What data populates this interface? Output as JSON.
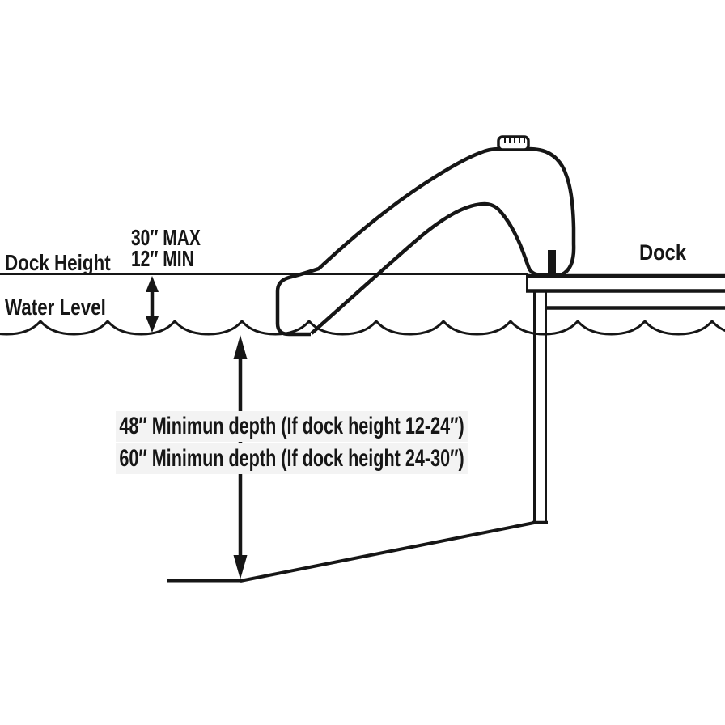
{
  "diagram": {
    "background": "#ffffff",
    "ink_color": "#161616",
    "labels": {
      "dock_height": "Dock Height",
      "water_level": "Water Level",
      "dock": "Dock",
      "max": "30″ MAX",
      "min": "12″ MIN",
      "depth_rule_1": "48″ Minimun depth (If dock height 12-24″)",
      "depth_rule_2": "60″ Minimun depth (If dock height 24-30″)"
    }
  }
}
